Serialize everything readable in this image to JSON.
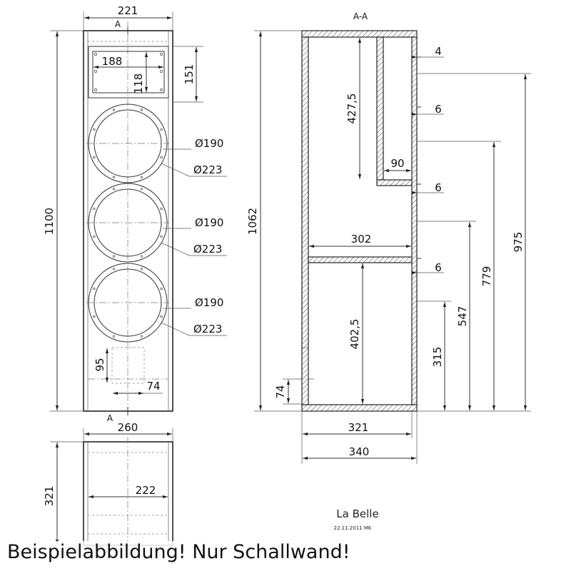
{
  "front_view": {
    "section_marker_top": "A",
    "section_marker_bottom": "A",
    "dim_width": "221",
    "dim_height": "1100",
    "dim_tweeter_width": "188",
    "dim_tweeter_height": "118",
    "dim_tweeter_offset": "151",
    "drivers": [
      {
        "cutout": "Ø190",
        "ring": "Ø223"
      },
      {
        "cutout": "Ø190",
        "ring": "Ø223"
      },
      {
        "cutout": "Ø190",
        "ring": "Ø223"
      }
    ],
    "dim_port_height": "95",
    "dim_port_width": "74"
  },
  "section_view": {
    "title": "A-A",
    "dim_total_height": "1062",
    "dim_board": "4",
    "dim_upper_chamber": "427,5",
    "dim_baffle_step_1": "6",
    "dim_divider_width": "90",
    "dim_baffle_step_2": "6",
    "dim_shelf_width": "302",
    "dim_baffle_step_3": "6",
    "dim_lower_chamber": "402,5",
    "dim_port_offset": "74",
    "dim_315": "315",
    "dim_547": "547",
    "dim_779": "779",
    "dim_975": "975",
    "dim_inner_depth": "321",
    "dim_outer_depth": "340"
  },
  "top_view": {
    "dim_outer_width": "260",
    "dim_inner_width": "222",
    "dim_depth": "321"
  },
  "title_block": {
    "name": "La Belle",
    "date": "22.11.2011 MK"
  },
  "caption": "Beispielabbildung! Nur Schallwand!"
}
